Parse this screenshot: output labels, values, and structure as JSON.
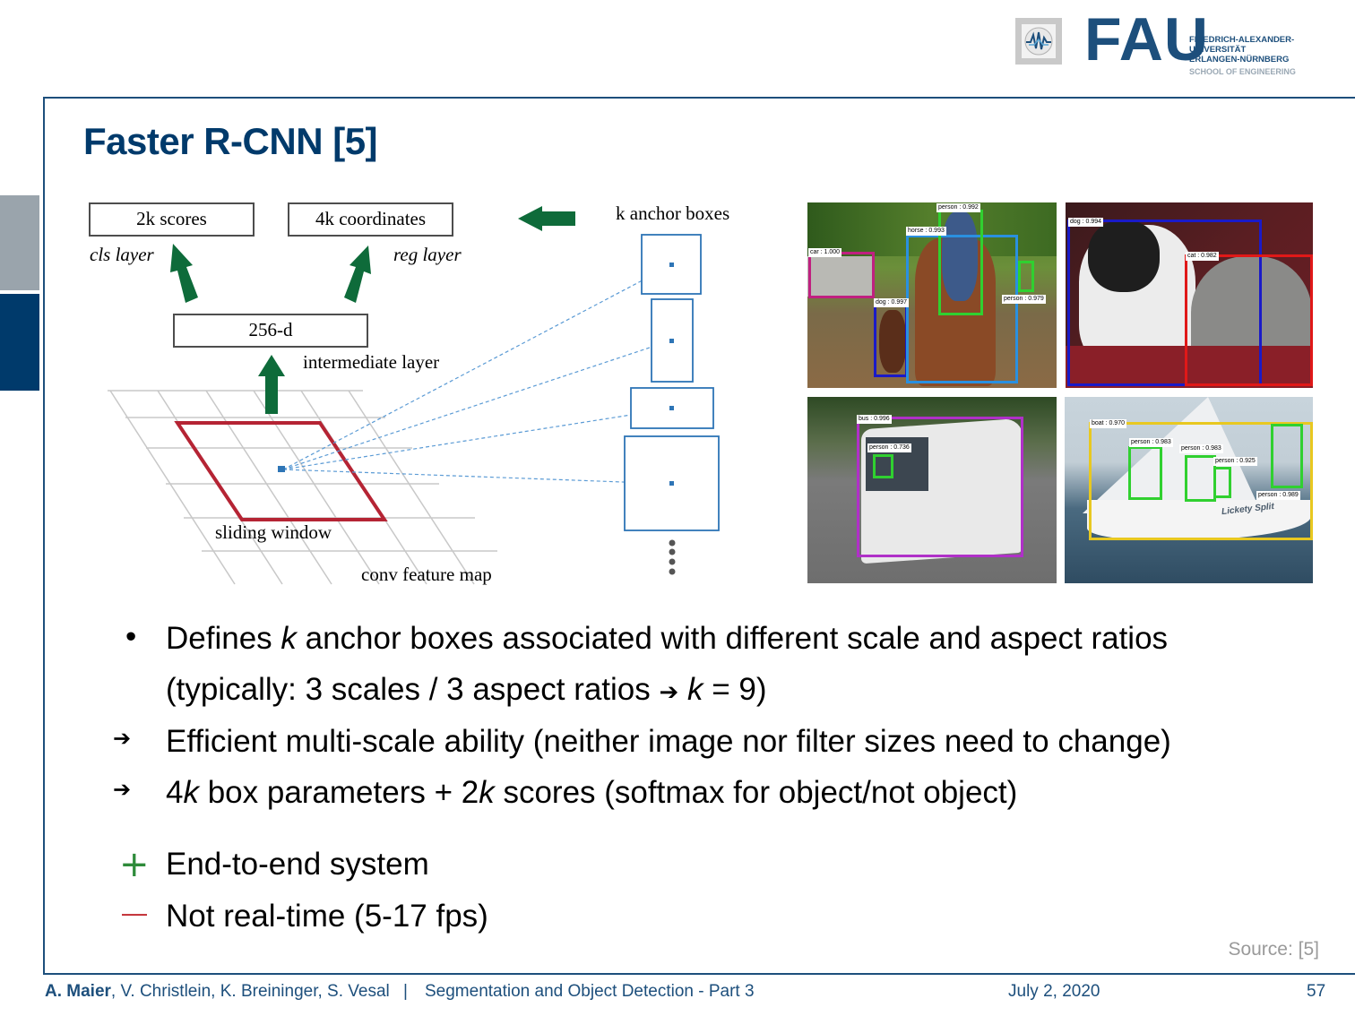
{
  "header": {
    "fau_logo": "FAU",
    "university_lines": [
      "FRIEDRICH-ALEXANDER-",
      "UNIVERSITÄT",
      "ERLANGEN-NÜRNBERG"
    ],
    "school": "SCHOOL OF ENGINEERING",
    "lme_icon": "waveform-logo-icon"
  },
  "slide": {
    "title": "Faster R-CNN [5]"
  },
  "diagram": {
    "box_scores": "2k scores",
    "box_coords": "4k coordinates",
    "cls_label": "cls layer",
    "reg_label": "reg layer",
    "box_256d": "256-d",
    "intermediate_label": "intermediate layer",
    "sliding_window_label": "sliding window",
    "conv_map_label": "conv feature map",
    "anchor_label": "k anchor boxes",
    "arrow_color": "#0e6b3a",
    "window_color": "#b52434",
    "anchor_color": "#2e75b6"
  },
  "detections": {
    "img1": [
      "person : 0.992",
      "horse : 0.993",
      "car : 1.000",
      "dog : 0.997",
      "person : 0.979"
    ],
    "img2": [
      "dog : 0.994",
      "cat : 0.982"
    ],
    "img3": [
      "bus : 0.996",
      "person : 0.736"
    ],
    "img4": [
      "boat : 0.970",
      "person : 0.983",
      "person : 0.983",
      "person : 0.925",
      "person : 0.989"
    ],
    "boat_name": "Lickety Split"
  },
  "bullets": {
    "b1_line1_pre": "Defines ",
    "b1_line1_k": "k",
    "b1_line1_post": " anchor boxes associated with different scale and aspect ratios",
    "b1_line2_pre": "(typically: 3 scales / 3 aspect ratios ",
    "b1_line2_arrow": "➔",
    "b1_line2_k": "k",
    "b1_line2_post": " = 9)",
    "a1": "Efficient multi-scale ability (neither image nor filter sizes need to change)",
    "a2_pre": "4",
    "a2_k1": "k",
    "a2_mid": " box parameters + 2",
    "a2_k2": "k",
    "a2_post": " scores (softmax for object/not object)",
    "plus": "End-to-end system",
    "minus": "Not real-time (5-17 fps)",
    "bullet_mark": "•",
    "arrow_mark": "➔",
    "plus_mark": "+",
    "minus_mark": "—"
  },
  "source": "Source:  [5]",
  "footer": {
    "author_bold": "A. Maier",
    "authors_rest": ", V. Christlein, K. Breininger, S. Vesal",
    "separator": "|",
    "lecture": "Segmentation and Object Detection - Part 3",
    "date": "July 2, 2020",
    "page": "57"
  }
}
